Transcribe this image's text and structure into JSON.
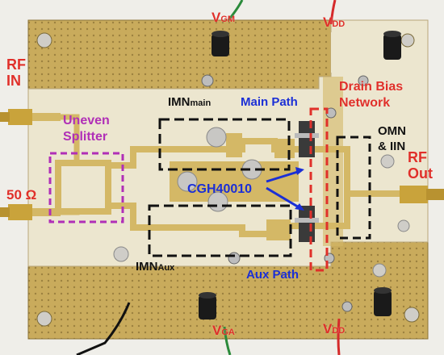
{
  "labels": {
    "vgm": {
      "main": "V",
      "sub": "GM"
    },
    "vdd_top": {
      "main": "V",
      "sub": "DD"
    },
    "rf_in": {
      "line1": "RF",
      "line2": "IN"
    },
    "drain_bias": {
      "line1": "Drain Bias",
      "line2": "Network"
    },
    "imn_main": {
      "main": "IMN",
      "sub": "main"
    },
    "main_path": "Main Path",
    "uneven_splitter": {
      "line1": "Uneven",
      "line2": "Splitter"
    },
    "omn": {
      "line1": "OMN",
      "line2": "& IIN"
    },
    "rf_out": {
      "line1": "RF",
      "line2": "Out"
    },
    "cgh": "CGH40010",
    "ohm": "50 Ω",
    "imn_aux": {
      "main": "IMN",
      "sub": "Aux"
    },
    "aux_path": "Aux Path",
    "vga": {
      "main": "V",
      "sub": "GA"
    },
    "vdd_bottom": {
      "main": "V",
      "sub": "DD"
    }
  },
  "colors": {
    "board": "#c6a95a",
    "copper": "#d4b866",
    "substrate": "#ece6cf",
    "dashed_black": "#111111",
    "dashed_red": "#e0302a",
    "dashed_purple": "#b02fb7",
    "arrow_blue": "#1b2fd6"
  }
}
